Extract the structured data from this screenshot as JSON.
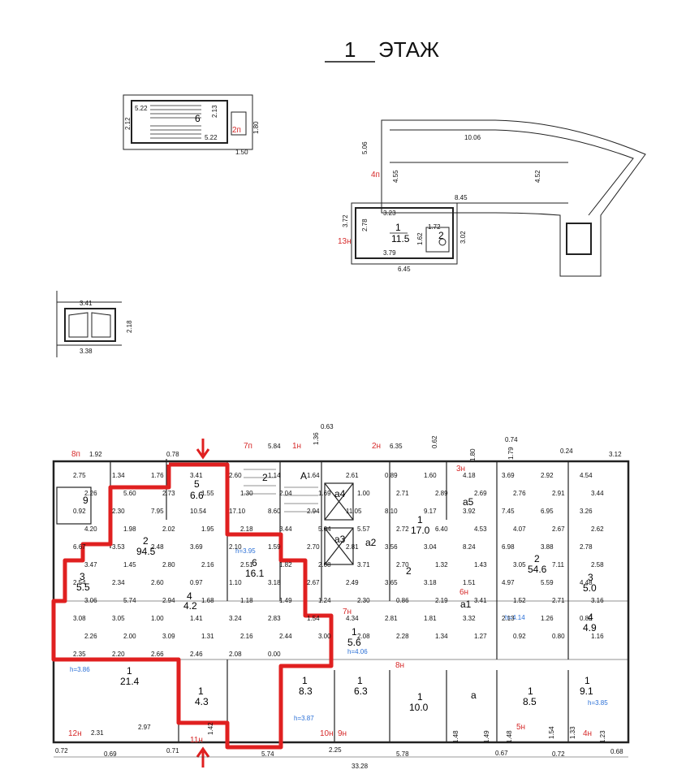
{
  "title": {
    "num": "1",
    "label": "ЭТАЖ"
  },
  "stair_detail": {
    "dims": [
      "5.22",
      "2.12",
      "2.13",
      "5.22",
      "1.80",
      "1.50"
    ],
    "room": "6",
    "tag": "2п"
  },
  "porch": {
    "dims": [
      "5.06",
      "10.06",
      "4.55",
      "4.52",
      "8.45",
      "3.23",
      "3.72",
      "2.78",
      "3.02",
      "3.79",
      "6.45",
      "1.72",
      "1.62"
    ],
    "tag_top": "4п",
    "tag_side": "13н",
    "room_num": "1",
    "room_area": "11.5",
    "room2": "2"
  },
  "vestibule": {
    "dims": [
      "3.41",
      "2.18",
      "3.38"
    ]
  },
  "plan": {
    "total_width": "33.28",
    "top_dims": [
      "0.63",
      "1.92",
      "0.78",
      "5.84",
      "1.36",
      "6.35",
      "0.62",
      "0.74",
      "3.12",
      "0.24",
      "1.80",
      "1.79"
    ],
    "bottom_dims": [
      "0.72",
      "0.69",
      "2.31",
      "2.97",
      "0.71",
      "1.42",
      "5.74",
      "2.25",
      "5.78",
      "1.48",
      "1.49",
      "0.67",
      "1.48",
      "0.72",
      "1.54",
      "1.33",
      "0.68",
      "1.23"
    ],
    "red_tags": [
      "8п",
      "7п",
      "1н",
      "2н",
      "3н",
      "6н",
      "7н",
      "8н",
      "5н",
      "4н",
      "12н",
      "11н",
      "10н",
      "9н"
    ],
    "heights": [
      "h=3.95",
      "h=3.86",
      "h=4.06",
      "h=3.87",
      "h=4.14",
      "h=3.85"
    ],
    "rooms": [
      {
        "n": "9",
        "a": ""
      },
      {
        "n": "5",
        "a": "6.6"
      },
      {
        "n": "2",
        "a": "94.5"
      },
      {
        "n": "6",
        "a": "16.1"
      },
      {
        "n": "3",
        "a": "5.5"
      },
      {
        "n": "4",
        "a": "4.2"
      },
      {
        "n": "2",
        "a": ""
      },
      {
        "n": "А",
        "a": ""
      },
      {
        "n": "а4",
        "a": ""
      },
      {
        "n": "а3",
        "a": ""
      },
      {
        "n": "а2",
        "a": ""
      },
      {
        "n": "1",
        "a": "17.0"
      },
      {
        "n": "2",
        "a": ""
      },
      {
        "n": "а5",
        "a": ""
      },
      {
        "n": "а1",
        "a": ""
      },
      {
        "n": "2",
        "a": "54.6"
      },
      {
        "n": "3",
        "a": "5.0"
      },
      {
        "n": "4",
        "a": "4.9"
      },
      {
        "n": "1",
        "a": "5.6"
      },
      {
        "n": "1",
        "a": "21.4"
      },
      {
        "n": "1",
        "a": "4.3"
      },
      {
        "n": "1",
        "a": "8.3"
      },
      {
        "n": "1",
        "a": "6.3"
      },
      {
        "n": "1",
        "a": "10.0"
      },
      {
        "n": "а",
        "a": ""
      },
      {
        "n": "1",
        "a": "8.5"
      },
      {
        "n": "1",
        "a": "9.1"
      }
    ],
    "misc_dims": [
      "2.75",
      "1.34",
      "1.76",
      "3.41",
      "2.60",
      "1.14",
      "1.64",
      "2.61",
      "0.89",
      "1.60",
      "4.18",
      "3.69",
      "2.92",
      "4.54",
      "2.26",
      "5.60",
      "2.73",
      "1.55",
      "1.30",
      "2.04",
      "1.69",
      "1.00",
      "2.71",
      "2.89",
      "2.69",
      "2.76",
      "2.91",
      "3.44",
      "0.92",
      "2.30",
      "7.95",
      "10.54",
      "17.10",
      "8.60",
      "2.94",
      "11.05",
      "8.10",
      "9.17",
      "3.92",
      "7.45",
      "6.95",
      "3.26",
      "4.20",
      "1.98",
      "2.02",
      "1.95",
      "2.18",
      "3.44",
      "5.04",
      "5.57",
      "2.72",
      "6.40",
      "4.53",
      "4.07",
      "2.67",
      "2.62",
      "6.67",
      "3.53",
      "2.48",
      "3.69",
      "2.10",
      "1.59",
      "2.70",
      "2.81",
      "3.56",
      "3.04",
      "8.24",
      "6.98",
      "3.88",
      "2.78",
      "3.47",
      "1.45",
      "2.80",
      "2.16",
      "2.51",
      "1.82",
      "2.08",
      "3.71",
      "2.70",
      "1.32",
      "1.43",
      "3.05",
      "7.11",
      "2.58",
      "2.54",
      "2.34",
      "2.60",
      "0.97",
      "1.10",
      "3.18",
      "2.67",
      "2.49",
      "3.65",
      "3.18",
      "1.51",
      "4.97",
      "5.59",
      "4.48",
      "3.06",
      "5.74",
      "2.94",
      "1.68",
      "1.18",
      "1.49",
      "1.24",
      "2.30",
      "0.86",
      "2.19",
      "3.41",
      "1.52",
      "2.71",
      "3.16",
      "3.08",
      "3.05",
      "1.00",
      "1.41",
      "3.24",
      "2.83",
      "1.54",
      "4.34",
      "2.81",
      "1.81",
      "3.32",
      "2.13",
      "1.26",
      "0.82",
      "2.26",
      "2.00",
      "3.09",
      "1.31",
      "2.16",
      "2.44",
      "3.00",
      "2.08",
      "2.28",
      "1.34",
      "1.27",
      "0.92",
      "0.80",
      "1.16",
      "2.35",
      "2.20",
      "2.66",
      "2.46",
      "2.08",
      "0.00"
    ]
  }
}
